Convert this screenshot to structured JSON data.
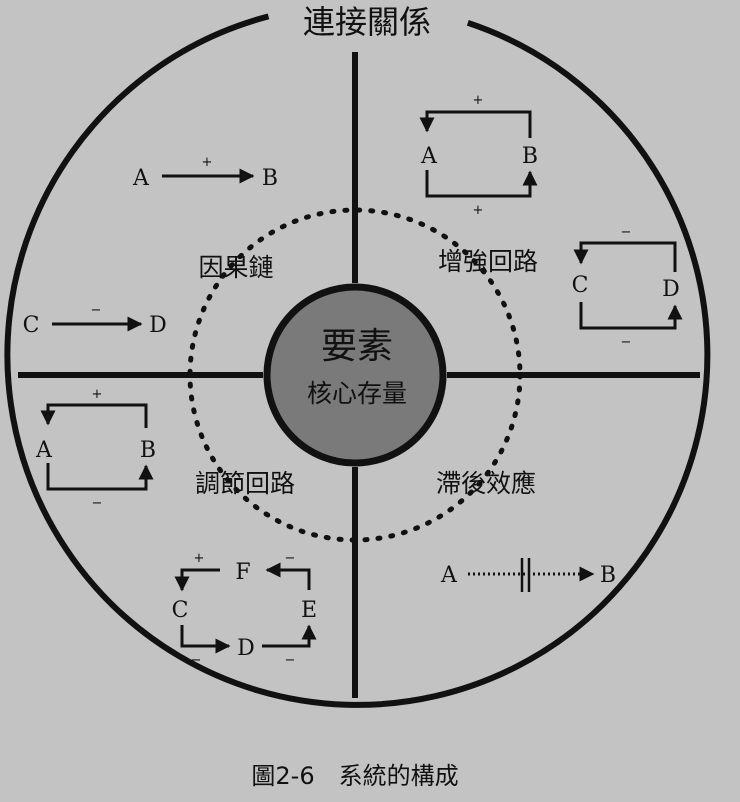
{
  "diagram": {
    "title": "連接關係",
    "caption": "圖2-6　系統的構成",
    "core": {
      "title": "要素",
      "subtitle": "核心存量"
    },
    "quadrants": {
      "causal_chain": "因果鏈",
      "reinforcing_loop": "增強回路",
      "balancing_loop": "調節回路",
      "delay": "滯後效應"
    },
    "examples": {
      "causal_plus": {
        "from": "A",
        "to": "B",
        "sign": "+"
      },
      "causal_minus": {
        "from": "C",
        "to": "D",
        "sign": "−"
      },
      "reinforcing_ab": {
        "left": "A",
        "right": "B",
        "top_sign": "+",
        "bottom_sign": "+"
      },
      "reinforcing_cd": {
        "left": "C",
        "right": "D",
        "top_sign": "−",
        "bottom_sign": "−"
      },
      "balancing_ab": {
        "left": "A",
        "right": "B",
        "top_sign": "+",
        "bottom_sign": "−"
      },
      "balancing_cycle": {
        "c": "C",
        "d": "D",
        "e": "E",
        "f": "F",
        "sign_cf": "+",
        "sign_fe": "−",
        "sign_cd": "−",
        "sign_de": "−"
      },
      "delay": {
        "from": "A",
        "to": "B"
      }
    }
  }
}
